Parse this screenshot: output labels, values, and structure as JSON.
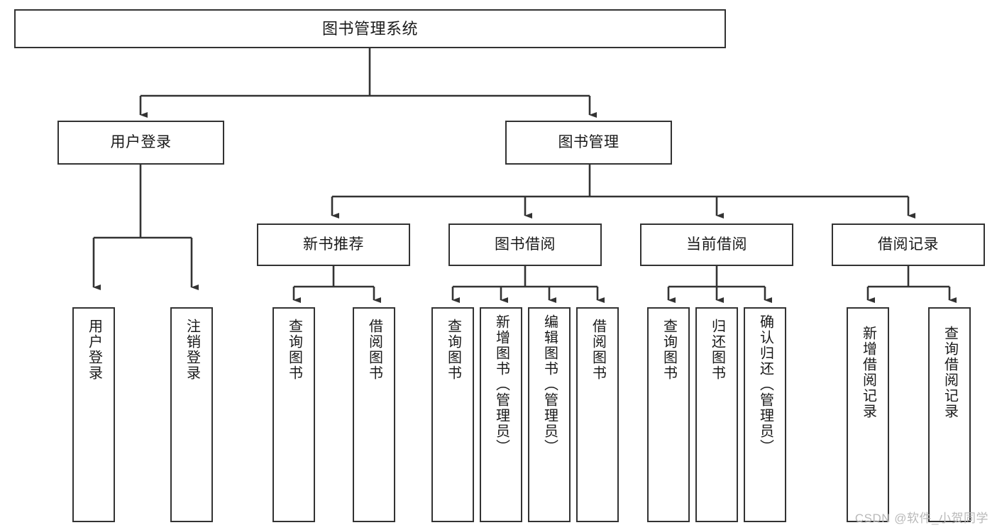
{
  "diagram": {
    "title": "图书管理系统",
    "type": "tree-hierarchy",
    "watermark": "CSDN @软件_小贺同学",
    "colors": {
      "box_border": "#333333",
      "box_fill": "#ffffff",
      "edge": "#333333",
      "text": "#1a1a1a",
      "watermark": "#b9b9b9",
      "background": "#ffffff"
    },
    "levels": {
      "root": {
        "label": "图书管理系统"
      },
      "level2": [
        {
          "label": "用户登录"
        },
        {
          "label": "图书管理"
        }
      ],
      "level3": [
        {
          "label": "新书推荐"
        },
        {
          "label": "图书借阅"
        },
        {
          "label": "当前借阅"
        },
        {
          "label": "借阅记录"
        }
      ],
      "leaves": {
        "user_login": [
          {
            "label": "用户登录"
          },
          {
            "label": "注销登录"
          }
        ],
        "new_book_recommend": [
          {
            "label": "查询图书"
          },
          {
            "label": "借阅图书"
          }
        ],
        "book_borrow": [
          {
            "label": "查询图书"
          },
          {
            "label": "新增图书（管理员）"
          },
          {
            "label": "编辑图书（管理员）"
          },
          {
            "label": "借阅图书"
          }
        ],
        "current_borrow": [
          {
            "label": "查询图书"
          },
          {
            "label": "归还图书"
          },
          {
            "label": "确认归还（管理员）"
          }
        ],
        "borrow_record": [
          {
            "label": "新增借阅记录"
          },
          {
            "label": "查询借阅记录"
          }
        ]
      }
    }
  }
}
